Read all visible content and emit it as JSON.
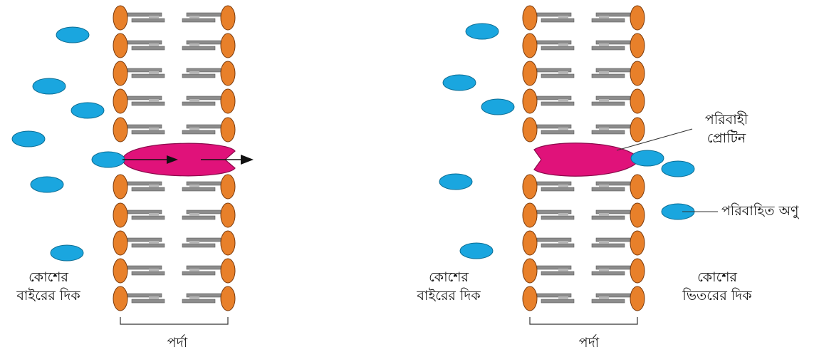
{
  "panels": [
    {
      "outside_label": [
        "কোশের",
        "বাইরের দিক"
      ],
      "membrane_label": "পর্দা"
    },
    {
      "outside_label": [
        "কোশের",
        "বাইরের দিক"
      ],
      "inside_label": [
        "কোশের",
        "ভিতরের দিক"
      ],
      "membrane_label": "পর্দা",
      "carrier_label": [
        "পরিবাহী",
        "প্রোটিন"
      ],
      "molecule_label": "পরিবাহিত অণু"
    }
  ],
  "colors": {
    "phospholipid_head": "#e8802a",
    "lipid_tail": "#8c8c8c",
    "carrier_protein": "#e0127a",
    "molecule": "#1aa6df",
    "arrow": "#111111"
  }
}
